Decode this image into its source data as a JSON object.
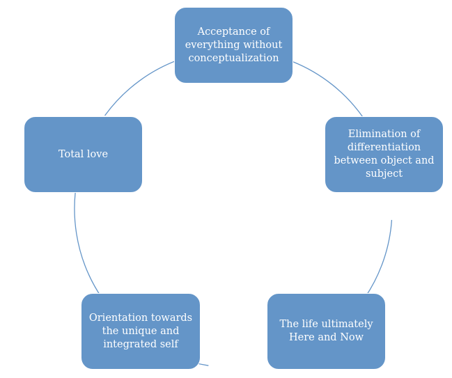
{
  "diagram": {
    "type": "cycle",
    "colors": {
      "node_fill": "#6495c8",
      "connector": "#6495c8",
      "text": "#ffffff",
      "background": "#ffffff"
    },
    "nodes": [
      {
        "label": "Acceptance of everything without conceptualization"
      },
      {
        "label": "Elimination of differentiation between object and subject"
      },
      {
        "label": "The life ultimately Here and Now"
      },
      {
        "label": "Orientation towards the unique and integrated self"
      },
      {
        "label": "Total love"
      }
    ]
  }
}
